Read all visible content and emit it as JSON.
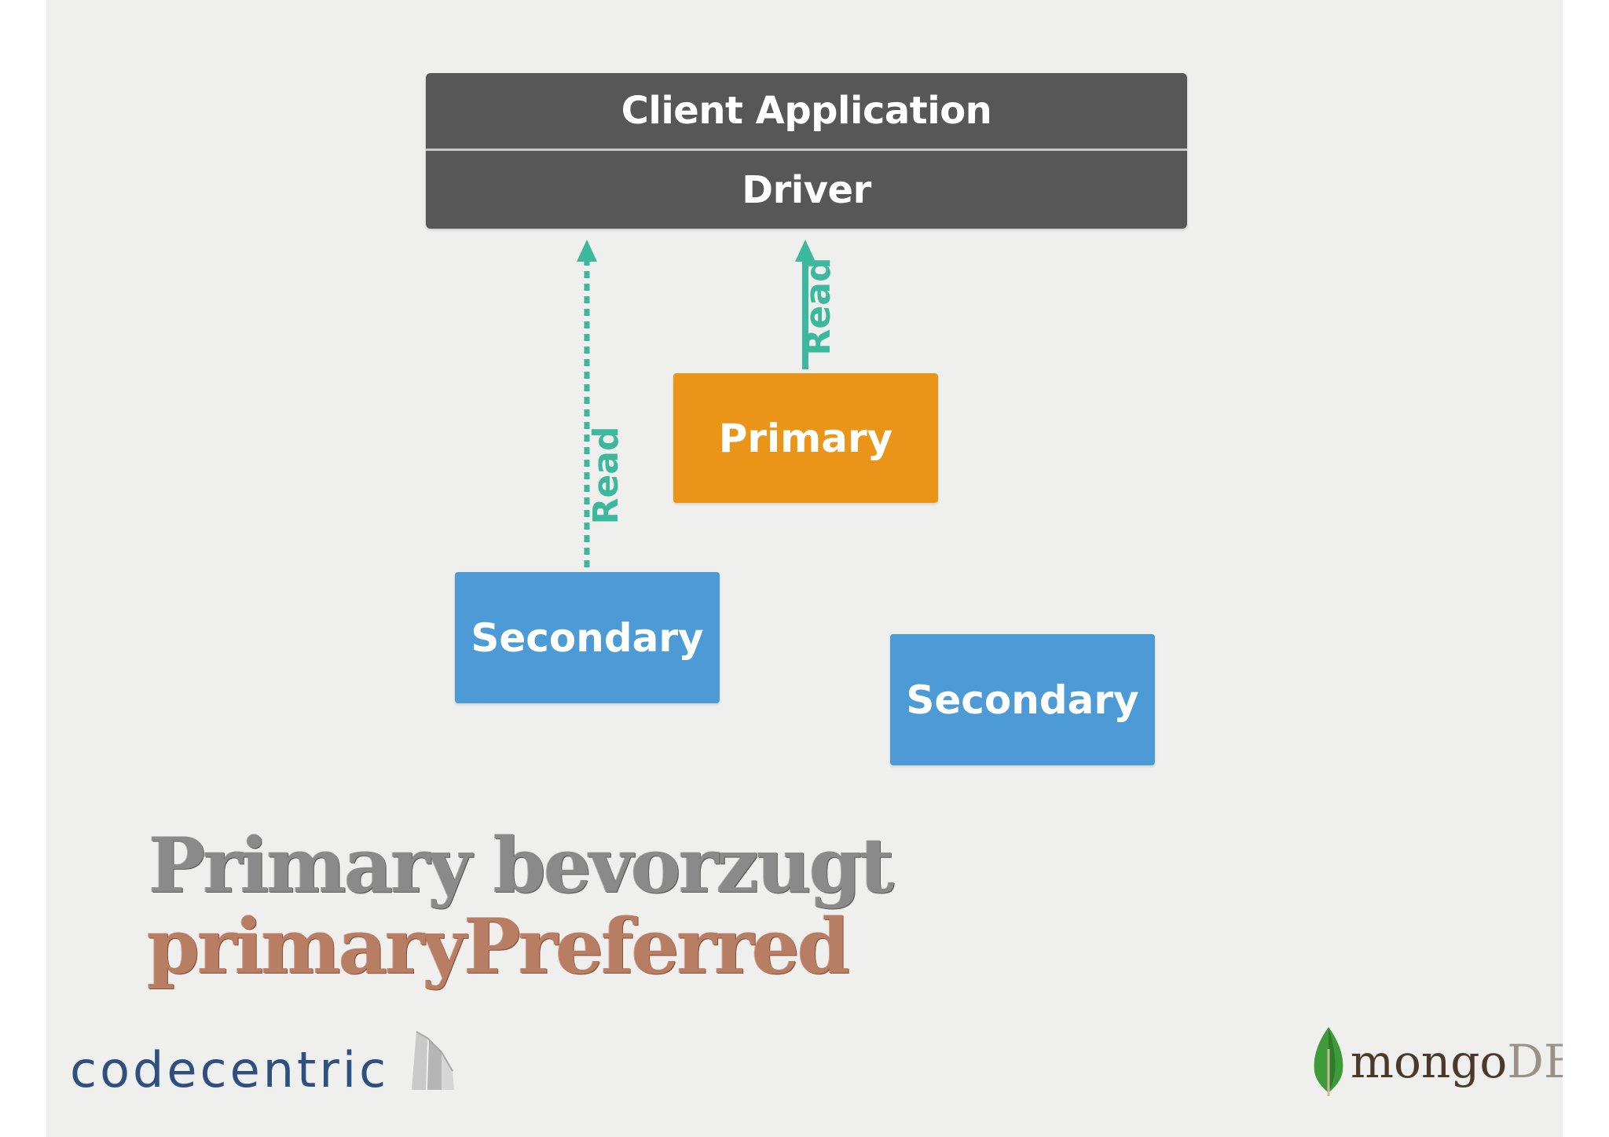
{
  "client": {
    "application_label": "Client Application",
    "driver_label": "Driver"
  },
  "nodes": {
    "primary_label": "Primary",
    "secondary_1_label": "Secondary",
    "secondary_2_label": "Secondary"
  },
  "arrows": {
    "secondary_read_label": "Read",
    "primary_read_label": "Read"
  },
  "title": {
    "german": "Primary bevorzugt",
    "mode": "primaryPreferred"
  },
  "logos": {
    "left": "codecentric",
    "right_prefix": "mongo",
    "right_suffix": "DB",
    "right_icon": "leaf-icon"
  },
  "colors": {
    "primary": "#ea9418",
    "secondary": "#4c9ad6",
    "client": "#575757",
    "read_arrow": "#3cb89d",
    "background": "#efefee"
  }
}
